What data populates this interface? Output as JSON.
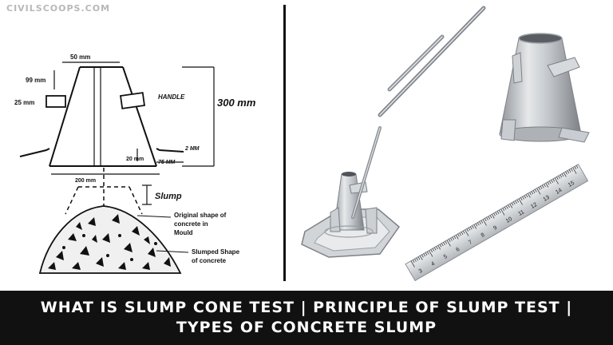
{
  "watermark": "CIVILSCOOPS.COM",
  "diagram": {
    "dim_top": "50 mm",
    "dim_99": "99 mm",
    "dim_25": "25 mm",
    "handle": "HANDLE",
    "dim_300": "300 mm",
    "dim_2": "2 MM",
    "dim_20": "20 mm",
    "dim_75": "75 MM",
    "dim_200": "200 mm",
    "slump": "Slump",
    "original_line1": "Original shape of",
    "original_line2": "concrete in",
    "original_line3": "Mould",
    "slumped_line1": "Slumped Shape",
    "slumped_line2": "of concrete"
  },
  "ruler": {
    "numbers": [
      "3",
      "4",
      "5",
      "6",
      "7",
      "8",
      "9",
      "10",
      "11",
      "12",
      "13",
      "14",
      "15"
    ]
  },
  "banner": {
    "title": "WHAT IS SLUMP CONE TEST | PRINCIPLE OF SLUMP TEST | TYPES OF CONCRETE SLUMP"
  },
  "colors": {
    "banner_bg": "#111111",
    "banner_text": "#ffffff",
    "metal": "#b9bdc2"
  }
}
